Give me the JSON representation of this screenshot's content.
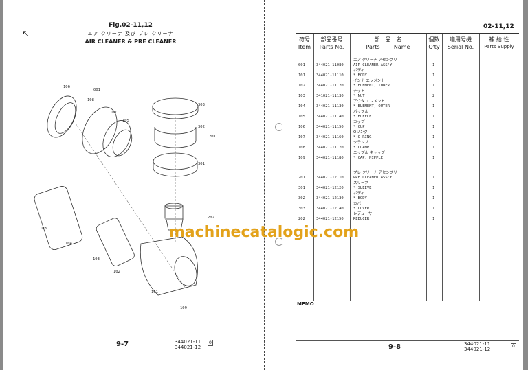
{
  "left_page": {
    "fig": "Fig.02-11,12",
    "title_jp": "エア クリーナ 及び プレ クリーナ",
    "title_en": "AIR CLEANER & PRE CLEANER",
    "callouts": [
      "106",
      "001",
      "108",
      "107",
      "105",
      "303",
      "302",
      "201",
      "301",
      "202",
      "103",
      "104",
      "103",
      "102",
      "101",
      "109"
    ],
    "page_number": "9-7",
    "footer_codes": [
      "344021-11",
      "344021-12"
    ],
    "footer_box": "0"
  },
  "right_page": {
    "fig": "02-11,12",
    "headers": {
      "item_jp": "符号",
      "item": "Item",
      "parts_no_jp": "部品番号",
      "parts_no": "Parts No.",
      "name_jp": "部　品　名",
      "name_a": "Parts",
      "name_b": "Name",
      "qty_jp": "個数",
      "qty": "Q'ty",
      "serial_jp": "適用号機",
      "serial": "Serial No.",
      "supply_jp": "補 給 性",
      "supply": "Parts Supply"
    },
    "rows": [
      {
        "item": "001",
        "part": "344021-11080",
        "jp": "エア クリーナ アセンブリ",
        "name": "AIR CLEANER ASS'Y",
        "qty": "1"
      },
      {
        "item": "101",
        "part": "344021-11110",
        "jp": "ボディ",
        "name": "* BODY",
        "qty": "1"
      },
      {
        "item": "102",
        "part": "344021-11120",
        "jp": "インナ エレメント",
        "name": "* ELEMENT, INNER",
        "qty": "1"
      },
      {
        "item": "103",
        "part": "341021-11130",
        "jp": "ナット",
        "name": "* NUT",
        "qty": "2"
      },
      {
        "item": "104",
        "part": "344021-11130",
        "jp": "アウタ エレメント",
        "name": "* ELEMENT, OUTER",
        "qty": "1"
      },
      {
        "item": "105",
        "part": "344021-11140",
        "jp": "バッフル",
        "name": "* BUFFLE",
        "qty": "1"
      },
      {
        "item": "106",
        "part": "344021-11150",
        "jp": "カップ",
        "name": "* CUP",
        "qty": "1"
      },
      {
        "item": "107",
        "part": "344021-11160",
        "jp": "Oリング",
        "name": "* O-RING",
        "qty": "1"
      },
      {
        "item": "108",
        "part": "344021-11170",
        "jp": "クランプ",
        "name": "* CLAMP",
        "qty": "1"
      },
      {
        "item": "109",
        "part": "344021-11180",
        "jp": "ニップル キャップ",
        "name": "* CAP, NIPPLE",
        "qty": "1"
      },
      {
        "item": "201",
        "part": "344021-12110",
        "jp": "プレ クリーナ アセンブリ",
        "name": "PRE CLEANER ASS'Y",
        "qty": "1"
      },
      {
        "item": "301",
        "part": "344021-12120",
        "jp": "スリーブ",
        "name": "* SLEEVE",
        "qty": "1"
      },
      {
        "item": "302",
        "part": "344021-12130",
        "jp": "ボディ",
        "name": "* BODY",
        "qty": "1"
      },
      {
        "item": "303",
        "part": "344021-12140",
        "jp": "カバー",
        "name": "* COVER",
        "qty": "1"
      },
      {
        "item": "202",
        "part": "344021-12150",
        "jp": "レデューサ",
        "name": "REDUCER",
        "qty": "1"
      }
    ],
    "memo": "MEMO",
    "page_number": "9-8",
    "footer_codes": [
      "344021-11",
      "344021-12"
    ],
    "footer_box": "0"
  },
  "watermark": "machinecatalogic.com"
}
